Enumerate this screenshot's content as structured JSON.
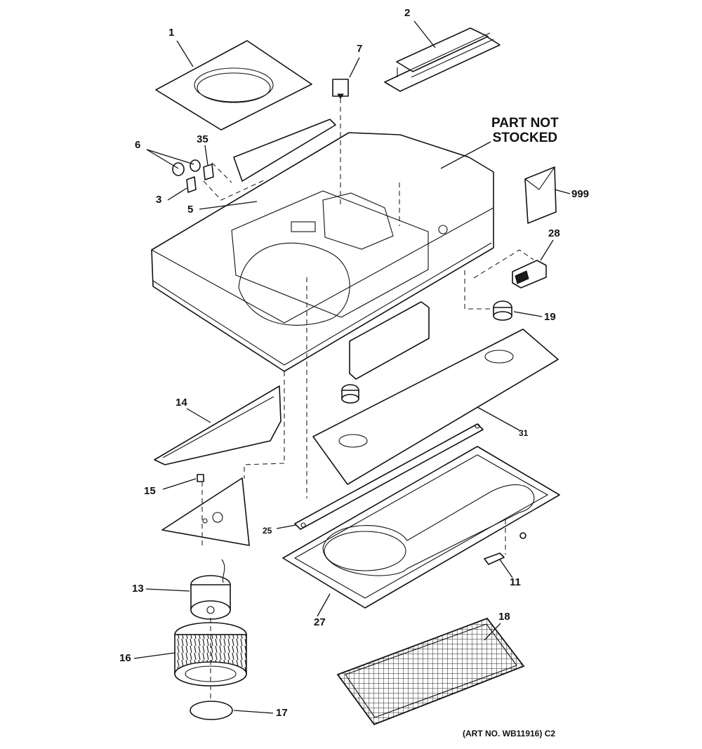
{
  "callouts": {
    "part_1": "1",
    "part_2": "2",
    "part_3": "3",
    "part_5": "5",
    "part_6": "6",
    "part_7": "7",
    "part_11": "11",
    "part_13": "13",
    "part_14": "14",
    "part_15": "15",
    "part_16": "16",
    "part_17": "17",
    "part_18": "18",
    "part_19": "19",
    "part_25": "25",
    "part_27": "27",
    "part_28": "28",
    "part_31": "31",
    "part_35": "35",
    "part_999": "999"
  },
  "notes": {
    "not_stocked_line1": "PART NOT",
    "not_stocked_line2": "STOCKED",
    "art_number": "(ART NO. WB11916) C2"
  }
}
